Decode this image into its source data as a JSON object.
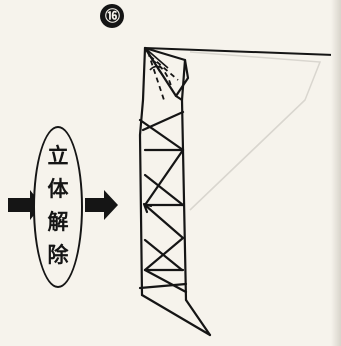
{
  "step_number": "⑯",
  "label_chars": [
    "立",
    "体",
    "解",
    "除"
  ],
  "colors": {
    "ink": "#151515",
    "paper": "#f6f3ec"
  },
  "icons": [
    "left-arrow-icon",
    "right-arrow-icon"
  ]
}
